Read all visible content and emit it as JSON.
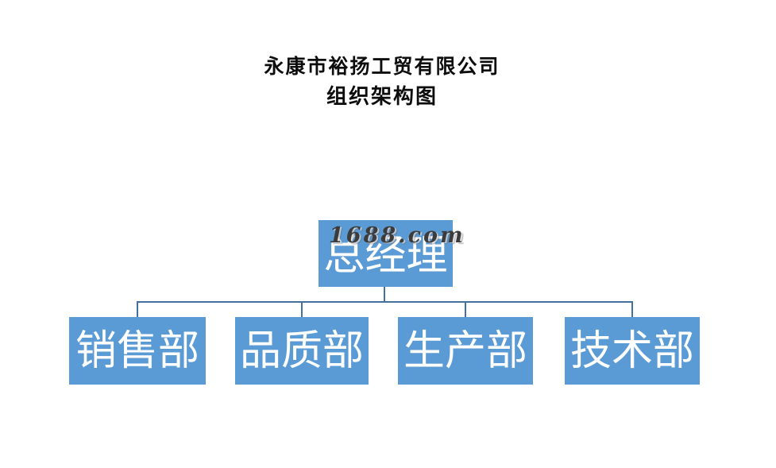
{
  "title": {
    "line1": "永康市裕扬工贸有限公司",
    "line2": "组织架构图"
  },
  "watermark": "1688.com",
  "org_chart": {
    "type": "tree",
    "root": {
      "label": "总经理"
    },
    "children": [
      {
        "label": "销售部"
      },
      {
        "label": "品质部"
      },
      {
        "label": "生产部"
      },
      {
        "label": "技术部"
      }
    ]
  },
  "colors": {
    "background": "#FFFFFF",
    "node_fill": "#5B9BD5",
    "node_text": "#FFFFFF",
    "connector": "#41719C",
    "title_text": "#0D0D0D",
    "watermark_text": "#3C3C3C"
  }
}
